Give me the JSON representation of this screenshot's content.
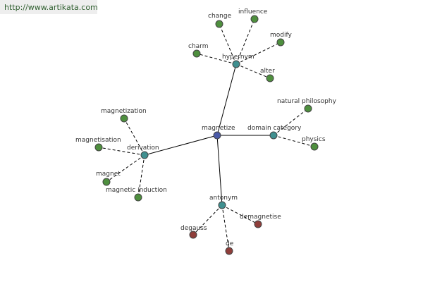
{
  "site": {
    "url_text": "http://www.artikata.com"
  },
  "graph": {
    "colors": {
      "center": "#4a5aa8",
      "relation": "#3f8f8f",
      "term": "#4e8f3e",
      "antonym_term": "#8f3e3a"
    },
    "nodes": [
      {
        "id": "magnetize",
        "label": "magnetize",
        "kind": "center"
      },
      {
        "id": "hypernym",
        "label": "hypernym",
        "kind": "relation"
      },
      {
        "id": "derivation",
        "label": "derivation",
        "kind": "relation"
      },
      {
        "id": "domain-category",
        "label": "domain category",
        "kind": "relation"
      },
      {
        "id": "antonym",
        "label": "antonym",
        "kind": "relation"
      },
      {
        "id": "change",
        "label": "change",
        "kind": "term"
      },
      {
        "id": "influence",
        "label": "influence",
        "kind": "term"
      },
      {
        "id": "modify",
        "label": "modify",
        "kind": "term"
      },
      {
        "id": "charm",
        "label": "charm",
        "kind": "term"
      },
      {
        "id": "alter",
        "label": "alter",
        "kind": "term"
      },
      {
        "id": "natural-philosophy",
        "label": "natural philosophy",
        "kind": "term"
      },
      {
        "id": "physics",
        "label": "physics",
        "kind": "term"
      },
      {
        "id": "magnetization",
        "label": "magnetization",
        "kind": "term"
      },
      {
        "id": "magnetisation",
        "label": "magnetisation",
        "kind": "term"
      },
      {
        "id": "magnet",
        "label": "magnet",
        "kind": "term"
      },
      {
        "id": "magnetic-induction",
        "label": "magnetic induction",
        "kind": "term"
      },
      {
        "id": "demagnetise",
        "label": "demagnetise",
        "kind": "antonym_term"
      },
      {
        "id": "degauss",
        "label": "degauss",
        "kind": "antonym_term"
      },
      {
        "id": "de",
        "label": "de",
        "kind": "antonym_term"
      }
    ],
    "edges": [
      {
        "from": "magnetize",
        "to": "hypernym",
        "style": "solid"
      },
      {
        "from": "magnetize",
        "to": "derivation",
        "style": "solid"
      },
      {
        "from": "magnetize",
        "to": "domain-category",
        "style": "solid"
      },
      {
        "from": "magnetize",
        "to": "antonym",
        "style": "solid"
      },
      {
        "from": "hypernym",
        "to": "change",
        "style": "dashed"
      },
      {
        "from": "hypernym",
        "to": "influence",
        "style": "dashed"
      },
      {
        "from": "hypernym",
        "to": "modify",
        "style": "dashed"
      },
      {
        "from": "hypernym",
        "to": "charm",
        "style": "dashed"
      },
      {
        "from": "hypernym",
        "to": "alter",
        "style": "dashed"
      },
      {
        "from": "domain-category",
        "to": "natural-philosophy",
        "style": "dashed"
      },
      {
        "from": "domain-category",
        "to": "physics",
        "style": "dashed"
      },
      {
        "from": "derivation",
        "to": "magnetization",
        "style": "dashed"
      },
      {
        "from": "derivation",
        "to": "magnetisation",
        "style": "dashed"
      },
      {
        "from": "derivation",
        "to": "magnet",
        "style": "dashed"
      },
      {
        "from": "derivation",
        "to": "magnetic-induction",
        "style": "dashed"
      },
      {
        "from": "antonym",
        "to": "demagnetise",
        "style": "dashed"
      },
      {
        "from": "antonym",
        "to": "degauss",
        "style": "dashed"
      },
      {
        "from": "antonym",
        "to": "de",
        "style": "dashed"
      }
    ]
  }
}
